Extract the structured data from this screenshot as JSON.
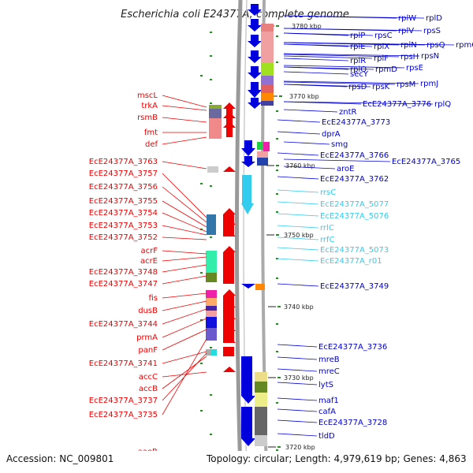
{
  "title": "Escherichia coli E24377A, complete genome",
  "footer": {
    "accession": "Accession: NC_009801",
    "summary": "Topology: circular; Length: 4,979,619 bp; Genes: 4,863"
  },
  "colors": {
    "forward": "#ee0000",
    "reverse": "#0000dd",
    "rna": "#33ccee",
    "backbone": "#999999",
    "tick": "#2a8a2a"
  },
  "ticks": [
    "3780 kbp",
    "3770 kbp",
    "3760 kbp",
    "3750 kbp",
    "3740 kbp",
    "3730 kbp",
    "3720 kbp"
  ],
  "left_labels": [
    "mscL",
    "trkA",
    "rsmB",
    "fmt",
    "def",
    "EcE24377A_3763",
    "EcE24377A_3757",
    "EcE24377A_3756",
    "EcE24377A_3755",
    "EcE24377A_3754",
    "EcE24377A_3753",
    "EcE24377A_3752",
    "acrF",
    "acrE",
    "EcE24377A_3748",
    "EcE24377A_3747",
    "fis",
    "dusB",
    "EcE24377A_3744",
    "prmA",
    "panF",
    "EcE24377A_3741",
    "accC",
    "accB",
    "EcE24377A_3737",
    "EcE24377A_3735",
    "aaeR"
  ],
  "right_labels": [
    {
      "text": "rplW",
      "type": "protein"
    },
    {
      "text": "rplD",
      "type": "protein"
    },
    {
      "text": "rplV",
      "type": "protein"
    },
    {
      "text": "rpsS",
      "type": "protein"
    },
    {
      "text": "rplP",
      "type": "protein"
    },
    {
      "text": "rpsC",
      "type": "protein"
    },
    {
      "text": "rplE",
      "type": "protein"
    },
    {
      "text": "rplX",
      "type": "protein"
    },
    {
      "text": "rplN",
      "type": "protein"
    },
    {
      "text": "rpsQ",
      "type": "protein"
    },
    {
      "text": "rpmC",
      "type": "protein"
    },
    {
      "text": "rpsN",
      "type": "protein"
    },
    {
      "text": "rplF",
      "type": "protein"
    },
    {
      "text": "rpsH",
      "type": "protein"
    },
    {
      "text": "rplR",
      "type": "protein"
    },
    {
      "text": "rplO",
      "type": "protein"
    },
    {
      "text": "rpmD",
      "type": "protein"
    },
    {
      "text": "rpsE",
      "type": "protein"
    },
    {
      "text": "secY",
      "type": "protein"
    },
    {
      "text": "rpsD",
      "type": "protein"
    },
    {
      "text": "rpsK",
      "type": "protein"
    },
    {
      "text": "rpsM",
      "type": "protein"
    },
    {
      "text": "rpmJ",
      "type": "protein"
    },
    {
      "text": "EcE24377A_3776",
      "type": "protein"
    },
    {
      "text": "rplQ",
      "type": "protein"
    },
    {
      "text": "zntR",
      "type": "protein"
    },
    {
      "text": "EcE24377A_3773",
      "type": "protein"
    },
    {
      "text": "dprA",
      "type": "protein"
    },
    {
      "text": "smg",
      "type": "protein"
    },
    {
      "text": "EcE24377A_3766",
      "type": "protein"
    },
    {
      "text": "EcE24377A_3765",
      "type": "protein"
    },
    {
      "text": "aroE",
      "type": "protein"
    },
    {
      "text": "EcE24377A_3762",
      "type": "protein"
    },
    {
      "text": "rrsC",
      "type": "rna"
    },
    {
      "text": "EcE24377A_5077",
      "type": "rna"
    },
    {
      "text": "EcE24377A_5076",
      "type": "rna"
    },
    {
      "text": "rrlC",
      "type": "rna"
    },
    {
      "text": "rrfC",
      "type": "rna"
    },
    {
      "text": "EcE24377A_5073",
      "type": "rna"
    },
    {
      "text": "EcE24377A_r01",
      "type": "rna"
    },
    {
      "text": "EcE24377A_3749",
      "type": "protein"
    },
    {
      "text": "EcE24377A_3736",
      "type": "protein"
    },
    {
      "text": "mreB",
      "type": "protein"
    },
    {
      "text": "mreC",
      "type": "protein"
    },
    {
      "text": "lytS",
      "type": "protein"
    },
    {
      "text": "maf1",
      "type": "protein"
    },
    {
      "text": "cafA",
      "type": "protein"
    },
    {
      "text": "EcE24377A_3728",
      "type": "protein"
    },
    {
      "text": "tldD",
      "type": "protein"
    }
  ]
}
